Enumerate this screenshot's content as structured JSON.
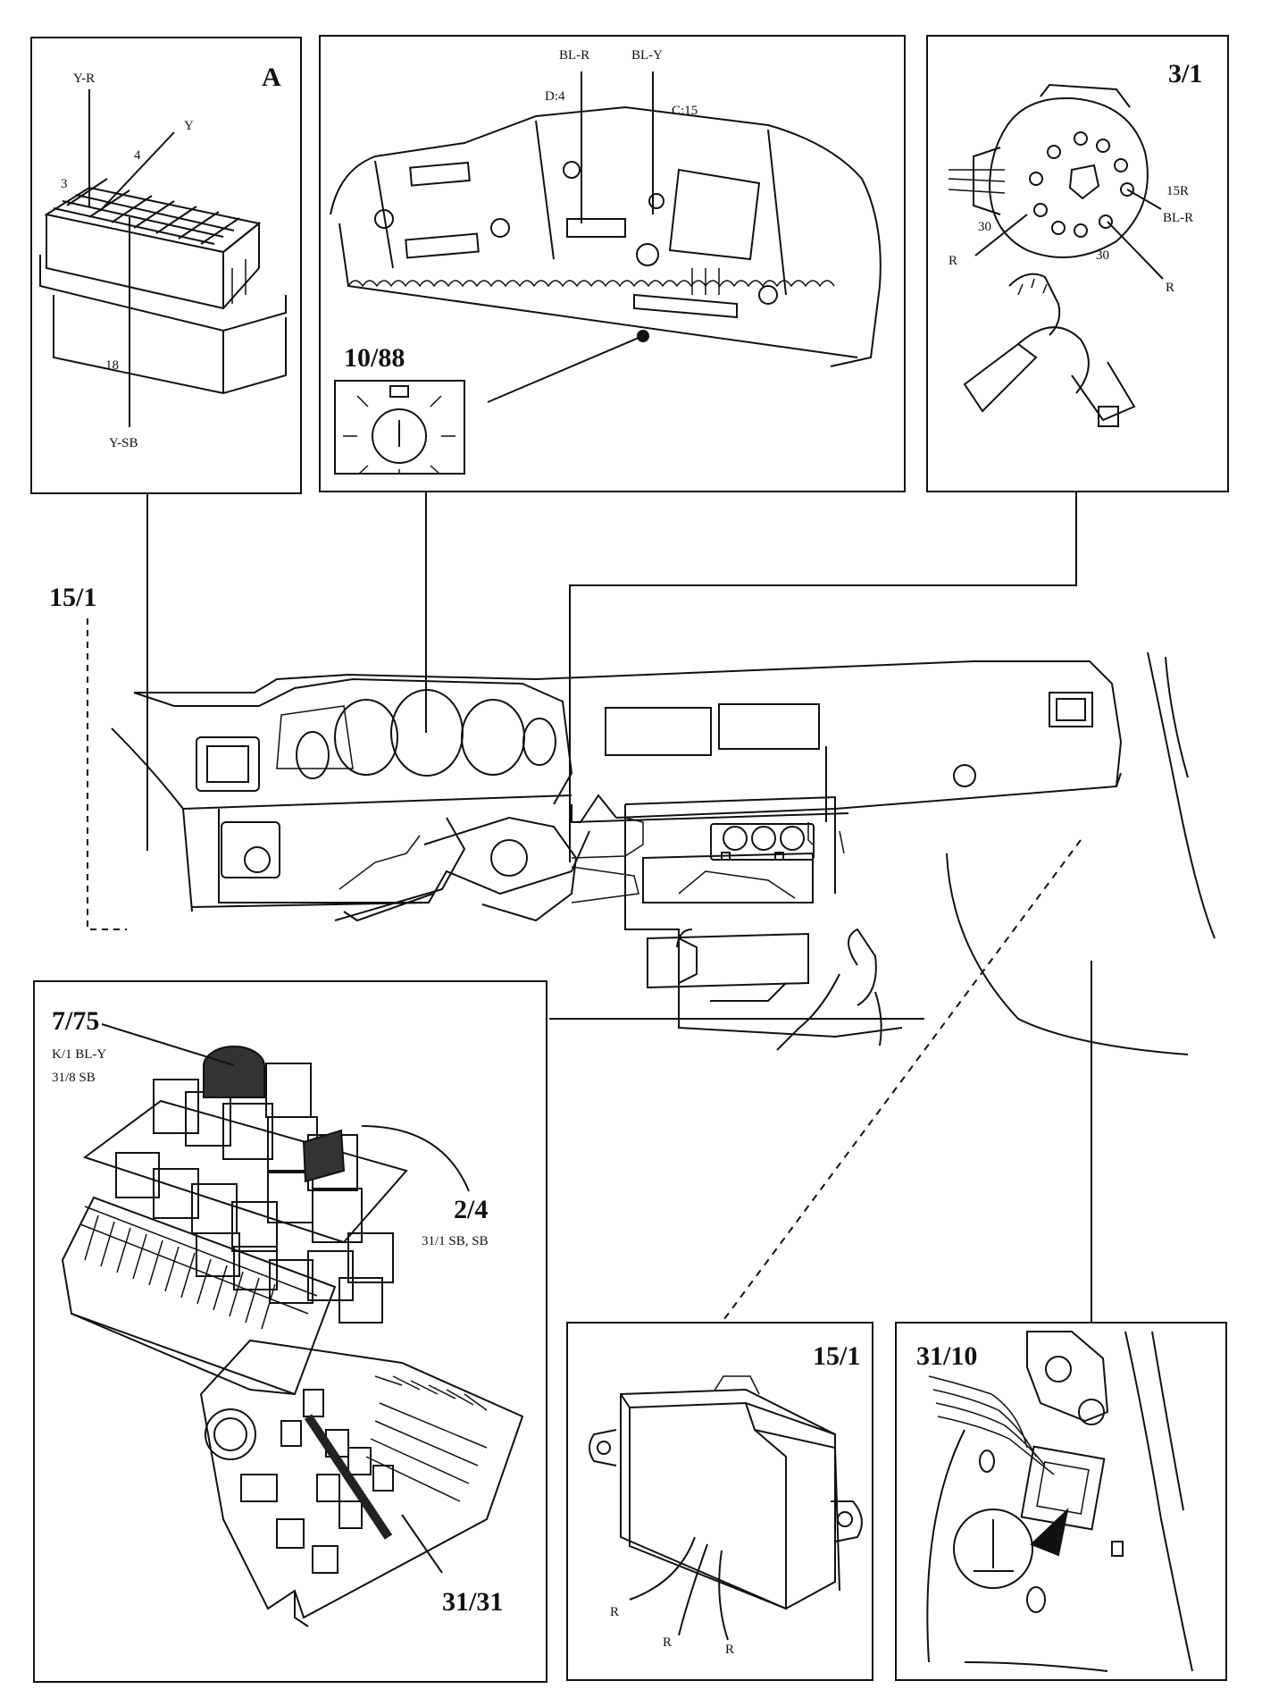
{
  "panels": {
    "a": {
      "title": "A",
      "labels": {
        "yr": "Y-R",
        "y": "Y",
        "n3": "3",
        "n4": "4",
        "n18": "18",
        "ysb": "Y-SB"
      }
    },
    "cluster": {
      "title": "10/88",
      "labels": {
        "blr": "BL-R",
        "bly": "BL-Y",
        "d4": "D:4",
        "c15": "C:15"
      }
    },
    "ignition": {
      "title": "3/1",
      "labels": {
        "r15": "15R",
        "blr": "BL-R",
        "n30a": "30",
        "n30b": "30",
        "ra": "R",
        "rb": "R"
      }
    },
    "fusebox": {
      "title": "7/75",
      "sub1": "K/1 BL-Y",
      "sub2": "31/8 SB",
      "relay": "2/4",
      "relay_sub": "31/1 SB, SB",
      "ground": "31/31"
    },
    "module": {
      "title": "15/1",
      "r1": "R",
      "r2": "R",
      "r3": "R"
    },
    "groundpt": {
      "title": "31/10"
    }
  },
  "callout_main": "15/1"
}
